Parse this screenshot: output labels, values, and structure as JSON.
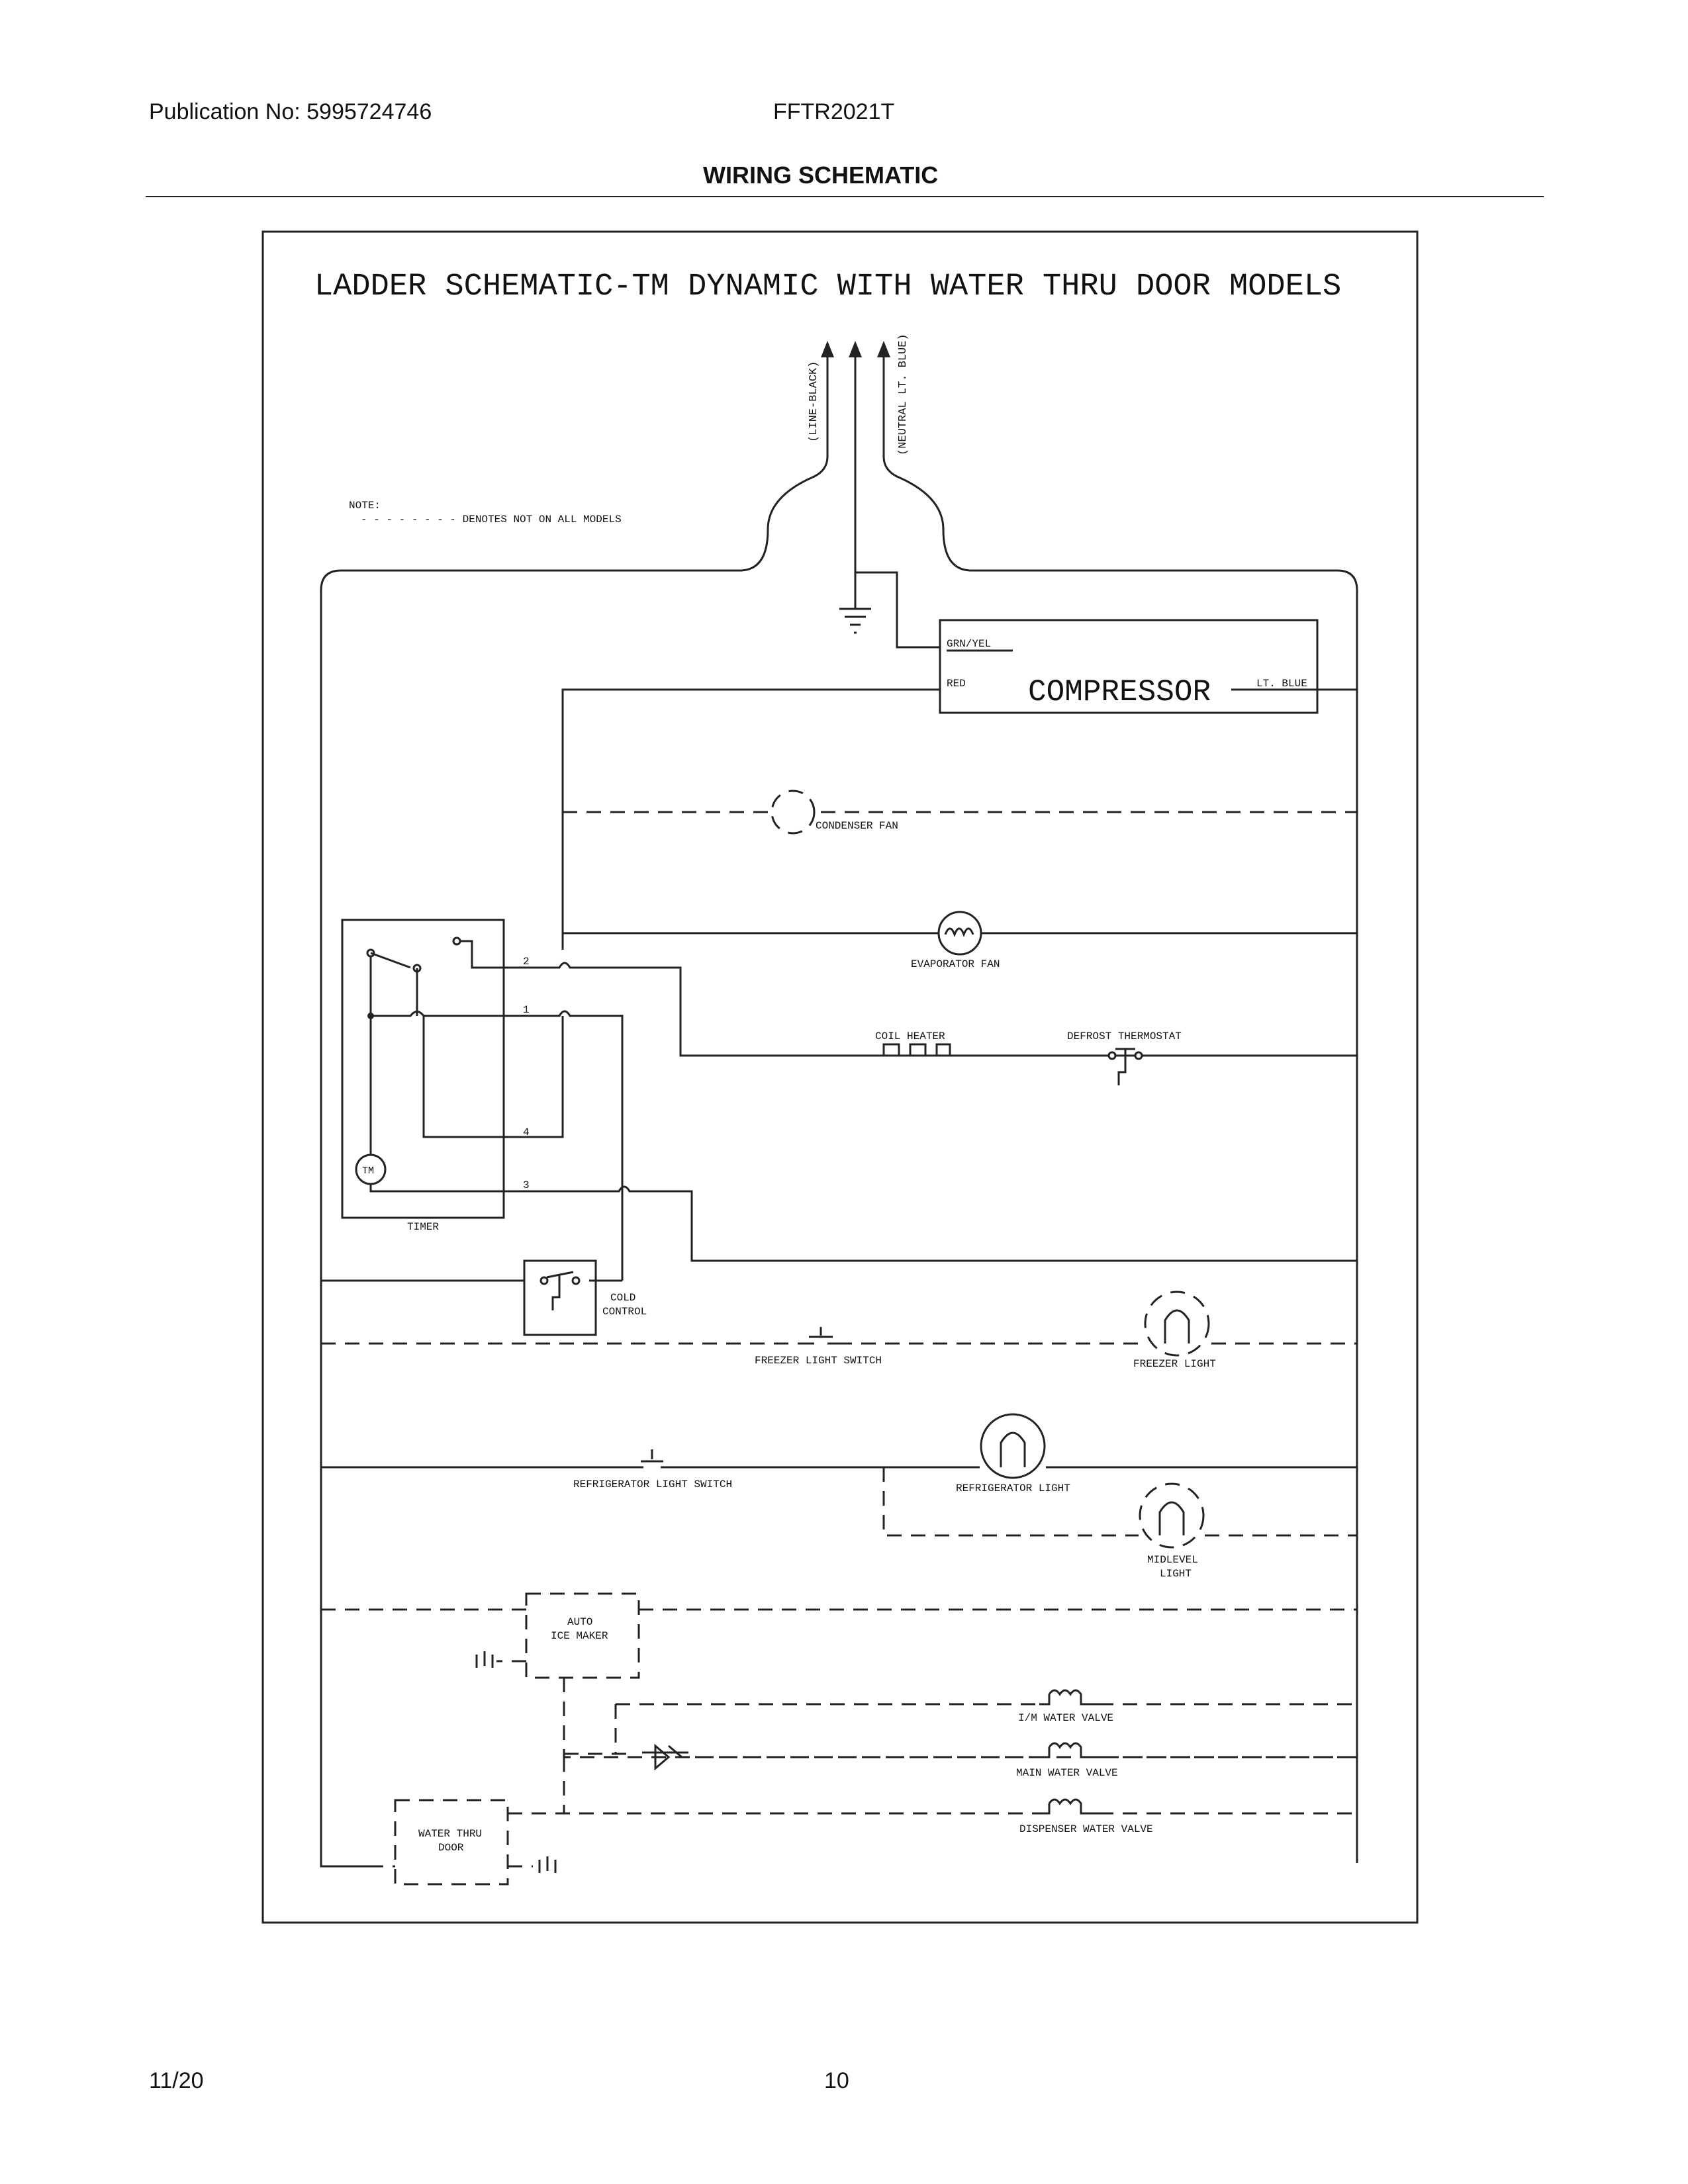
{
  "header": {
    "publication": "Publication No: 5995724746",
    "model": "FFTR2021T",
    "section_title": "WIRING SCHEMATIC"
  },
  "footer": {
    "date": "11/20",
    "page_number": "10"
  },
  "schematic": {
    "title": "LADDER SCHEMATIC-TM DYNAMIC WITH WATER THRU DOOR MODELS",
    "note_label": "NOTE:",
    "note_text": "- - - - - - - - DENOTES NOT ON ALL MODELS",
    "line_label": "(LINE-BLACK)",
    "neutral_label": "(NEUTRAL LT. BLUE)",
    "compressor": {
      "name": "COMPRESSOR",
      "grn_yel": "GRN/YEL",
      "red": "RED",
      "lt_blue": "LT. BLUE"
    },
    "labels": {
      "condenser_fan": "CONDENSER FAN",
      "evaporator_fan": "EVAPORATOR FAN",
      "coil_heater": "COIL HEATER",
      "defrost_thermostat": "DEFROST THERMOSTAT",
      "timer": "TIMER",
      "tm": "TM",
      "cold_control_1": "COLD",
      "cold_control_2": "CONTROL",
      "freezer_light_switch": "FREEZER LIGHT SWITCH",
      "freezer_light": "FREEZER LIGHT",
      "refrigerator_light_switch": "REFRIGERATOR LIGHT SWITCH",
      "refrigerator_light": "REFRIGERATOR LIGHT",
      "midlevel_light_1": "MIDLEVEL",
      "midlevel_light_2": "LIGHT",
      "auto_ice_maker_1": "AUTO",
      "auto_ice_maker_2": "ICE MAKER",
      "im_water_valve": "I/M WATER VALVE",
      "main_water_valve": "MAIN WATER VALVE",
      "dispenser_water_valve": "DISPENSER WATER VALVE",
      "water_thru_door_1": "WATER THRU",
      "water_thru_door_2": "DOOR"
    },
    "timer_terminals": [
      "2",
      "1",
      "4",
      "3"
    ]
  }
}
